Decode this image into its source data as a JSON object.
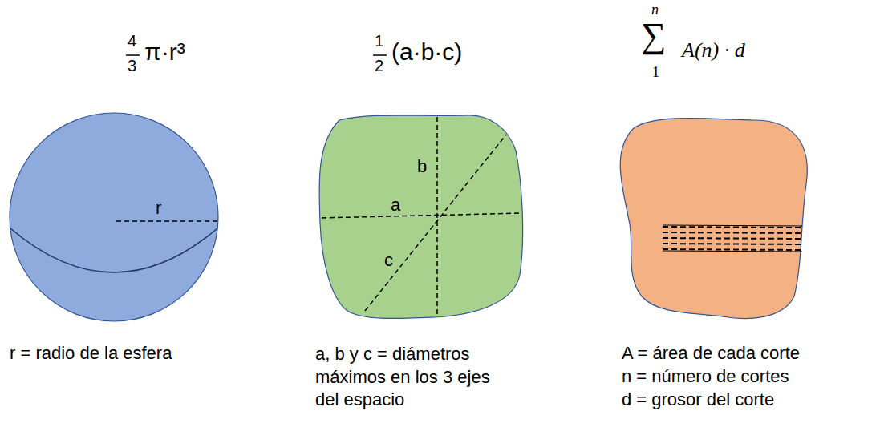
{
  "diagram": {
    "nodes": [
      {
        "text": [
          "r"
        ]
      },
      {
        "text": [
          "b",
          "a",
          "c"
        ]
      }
    ],
    "labels": [
      "4",
      "3",
      "π·r³",
      "1",
      "2",
      "(a·b·c)",
      "n",
      "∑",
      "1",
      "A(n) · d",
      "r = radio de la esfera",
      "a, b y c = diámetros máximos en los 3 ejes del espacio",
      "A = área de cada corte",
      "n = número de cortes",
      "d = grosor del corte"
    ]
  }
}
